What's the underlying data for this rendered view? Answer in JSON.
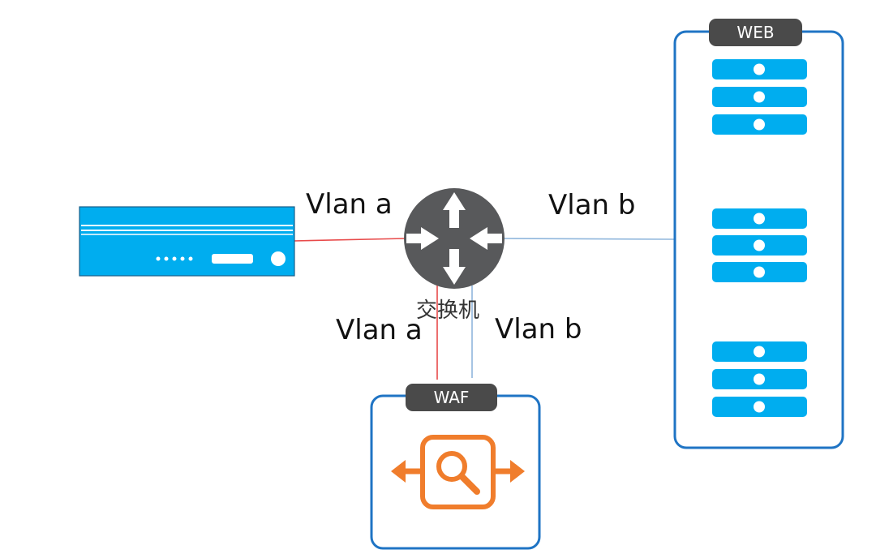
{
  "labels": {
    "link_fw_switch": "Vlan a",
    "link_switch_web": "Vlan b",
    "link_waf_a": "Vlan a",
    "link_waf_b": "Vlan b",
    "switch_name": "交换机",
    "waf_tag": "WAF",
    "web_tag": "WEB"
  },
  "colors": {
    "vlan_a_line": "#e84a4a",
    "vlan_b_line": "#8fb6dc",
    "device_blue": "#00adef",
    "container_border": "#1f74c4",
    "switch_body": "#58595b",
    "tag_bg": "#4a4a4a",
    "waf_icon": "#f07d2c"
  },
  "icons": {
    "firewall": "rack-appliance-icon",
    "switch": "router-switch-icon",
    "waf": "search-inspect-icon",
    "server": "server-icon"
  }
}
